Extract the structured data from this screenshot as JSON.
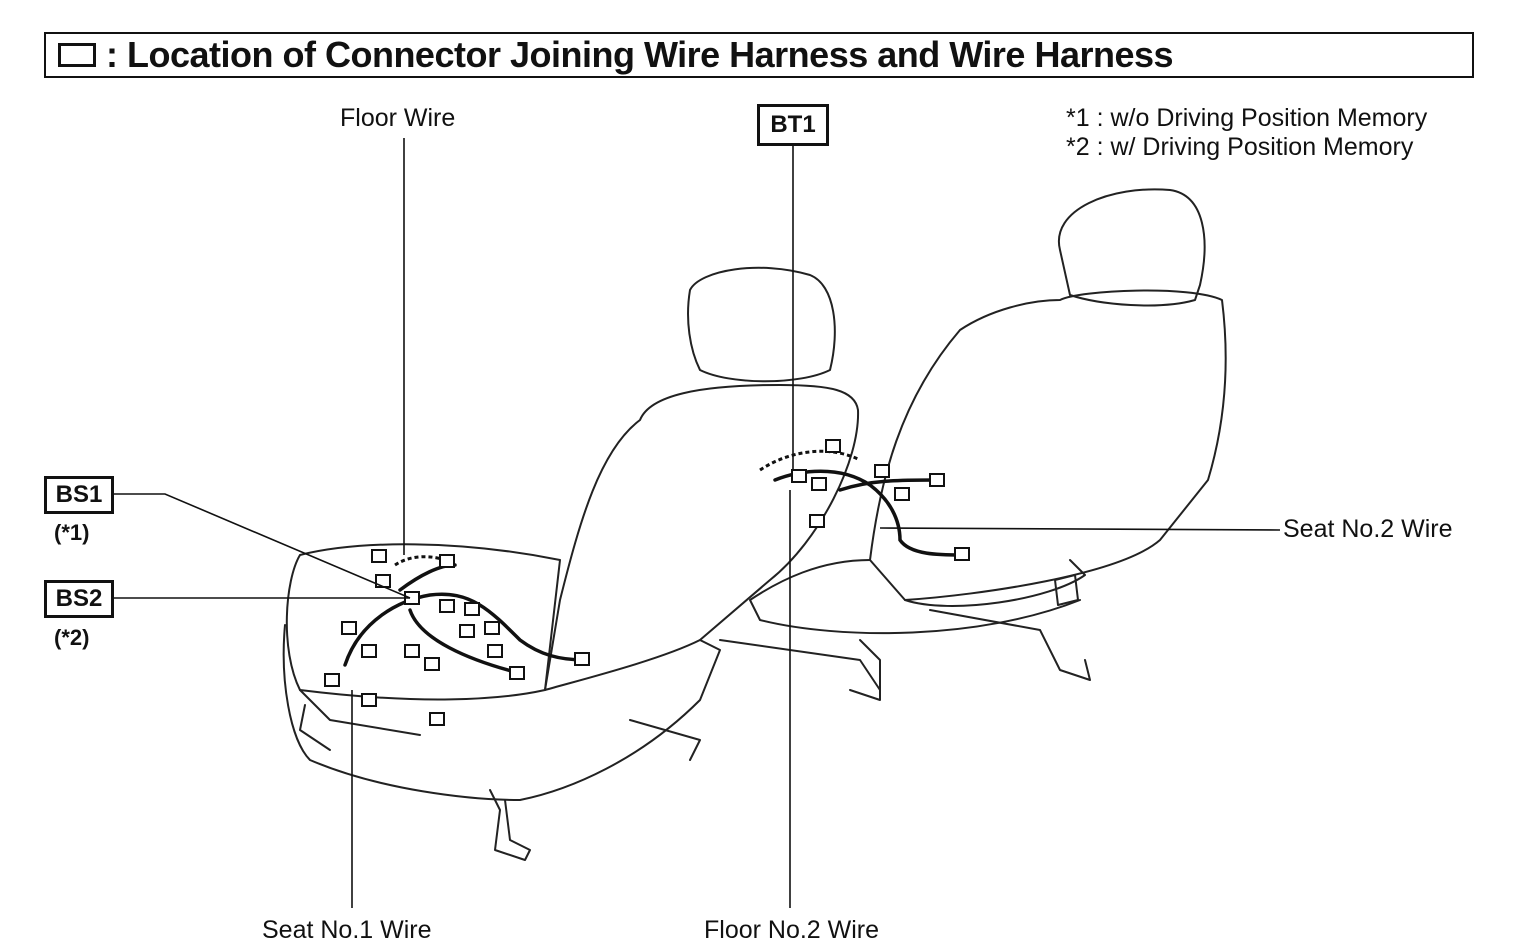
{
  "header": {
    "legend_symbol": "rectangle-icon",
    "title": ": Location of Connector Joining Wire Harness and Wire Harness"
  },
  "notes": [
    "*1 : w/o Driving Position Memory",
    "*2 : w/ Driving Position Memory"
  ],
  "connectors": {
    "bt1": {
      "code": "BT1"
    },
    "bs1": {
      "code": "BS1",
      "note": "(*1)"
    },
    "bs2": {
      "code": "BS2",
      "note": "(*2)"
    }
  },
  "wires": {
    "floor_wire": "Floor Wire",
    "seat_no2_wire": "Seat No.2 Wire",
    "seat_no1_wire": "Seat No.1 Wire",
    "floor_no2_wire": "Floor No.2 Wire"
  }
}
